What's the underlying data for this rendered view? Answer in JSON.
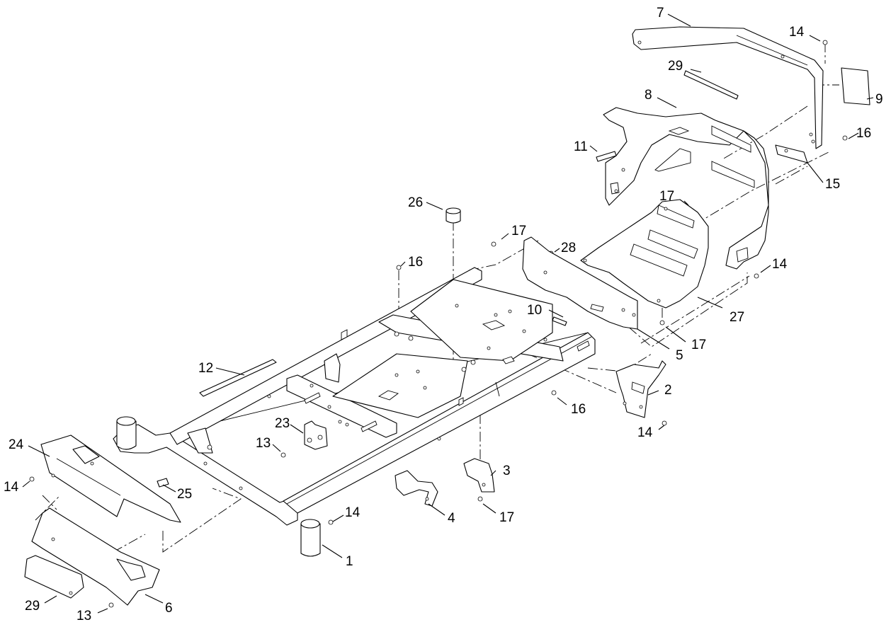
{
  "callouts": [
    {
      "id": "c1",
      "text": "1"
    },
    {
      "id": "c2",
      "text": "2"
    },
    {
      "id": "c3",
      "text": "3"
    },
    {
      "id": "c4",
      "text": "4"
    },
    {
      "id": "c5",
      "text": "5"
    },
    {
      "id": "c6",
      "text": "6"
    },
    {
      "id": "c7",
      "text": "7"
    },
    {
      "id": "c8",
      "text": "8"
    },
    {
      "id": "c9",
      "text": "9"
    },
    {
      "id": "c10",
      "text": "10"
    },
    {
      "id": "c11",
      "text": "11"
    },
    {
      "id": "c12",
      "text": "12"
    },
    {
      "id": "c13a",
      "text": "13"
    },
    {
      "id": "c13b",
      "text": "13"
    },
    {
      "id": "c14a",
      "text": "14"
    },
    {
      "id": "c14b",
      "text": "14"
    },
    {
      "id": "c14c",
      "text": "14"
    },
    {
      "id": "c14d",
      "text": "14"
    },
    {
      "id": "c14e",
      "text": "14"
    },
    {
      "id": "c15",
      "text": "15"
    },
    {
      "id": "c16a",
      "text": "16"
    },
    {
      "id": "c16b",
      "text": "16"
    },
    {
      "id": "c16c",
      "text": "16"
    },
    {
      "id": "c17a",
      "text": "17"
    },
    {
      "id": "c17b",
      "text": "17"
    },
    {
      "id": "c17c",
      "text": "17"
    },
    {
      "id": "c17d",
      "text": "17"
    },
    {
      "id": "c23",
      "text": "23"
    },
    {
      "id": "c24",
      "text": "24"
    },
    {
      "id": "c25",
      "text": "25"
    },
    {
      "id": "c26",
      "text": "26"
    },
    {
      "id": "c27",
      "text": "27"
    },
    {
      "id": "c28",
      "text": "28"
    },
    {
      "id": "c29a",
      "text": "29"
    },
    {
      "id": "c29b",
      "text": "29"
    }
  ]
}
